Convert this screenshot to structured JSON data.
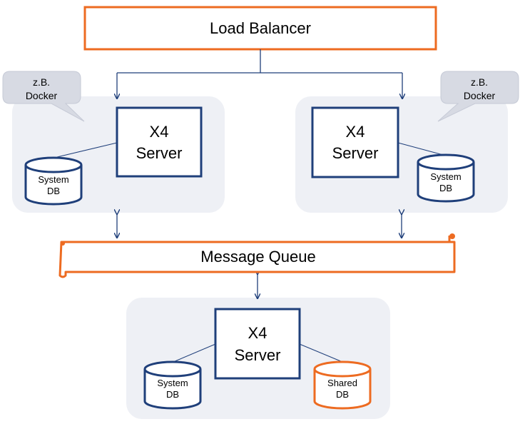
{
  "load_balancer": {
    "label": "Load Balancer"
  },
  "message_queue": {
    "label": "Message Queue"
  },
  "callouts": [
    {
      "line1": "z.B.",
      "line2": "Docker"
    },
    {
      "line1": "z.B.",
      "line2": "Docker"
    }
  ],
  "servers": [
    {
      "line1": "X4",
      "line2": "Server"
    },
    {
      "line1": "X4",
      "line2": "Server"
    },
    {
      "line1": "X4",
      "line2": "Server"
    }
  ],
  "databases": [
    {
      "line1": "System",
      "line2": "DB"
    },
    {
      "line1": "System",
      "line2": "DB"
    },
    {
      "line1": "System",
      "line2": "DB"
    },
    {
      "line1": "Shared",
      "line2": "DB"
    }
  ],
  "colors": {
    "accent_orange": "#ed6b21",
    "navy": "#1f3f7a",
    "container_bg": "#eef0f5",
    "callout_bg": "#d7dae3"
  }
}
